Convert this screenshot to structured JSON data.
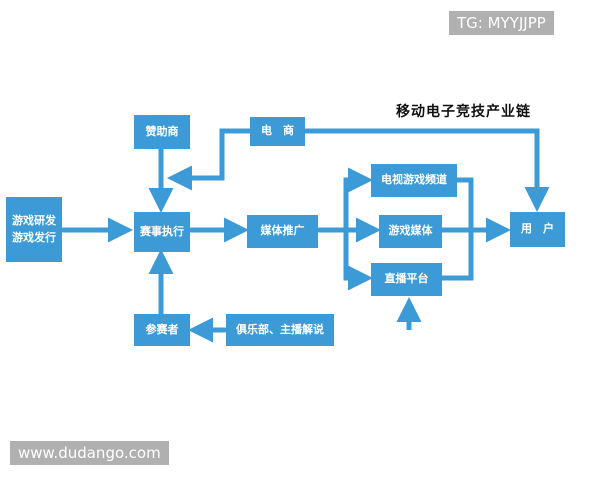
{
  "watermark_top": "TG: MYYJJPP",
  "watermark_bottom": "www.dudango.com",
  "title": "移动电子竞技产业链",
  "nodes": {
    "game_dev": "游戏研发\n游戏发行",
    "sponsor": "赞助商",
    "ecommerce": "电　商",
    "event": "赛事执行",
    "media_promo": "媒体推广",
    "tv_channel": "电视游戏频道",
    "game_media": "游戏媒体",
    "live_platform": "直播平台",
    "user": "用　户",
    "participants": "参赛者",
    "clubs": "俱乐部、主播解说"
  },
  "colors": {
    "node": "#3c9bd6",
    "arrow": "#3c9bd6"
  }
}
